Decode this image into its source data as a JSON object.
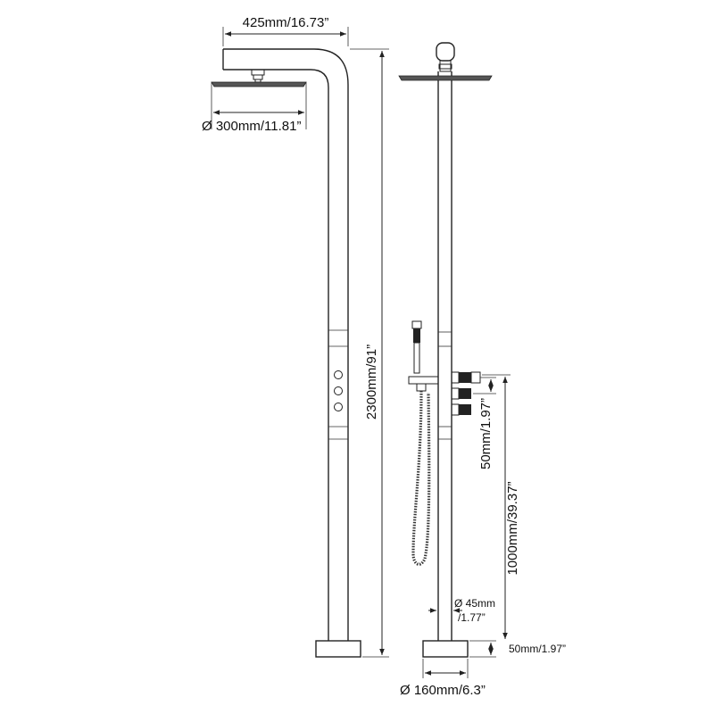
{
  "dimensions": {
    "arm_length": "425mm/16.73”",
    "head_diameter": "Ø 300mm/11.81”",
    "total_height": "2300mm/91”",
    "valve_spacing": "50mm/1.97”",
    "valve_height": "1000mm/39.37”",
    "pipe_diameter_mm": "Ø 45mm",
    "pipe_diameter_in": "/1.77”",
    "base_height": "50mm/1.97”",
    "base_diameter": "Ø 160mm/6.3”"
  }
}
